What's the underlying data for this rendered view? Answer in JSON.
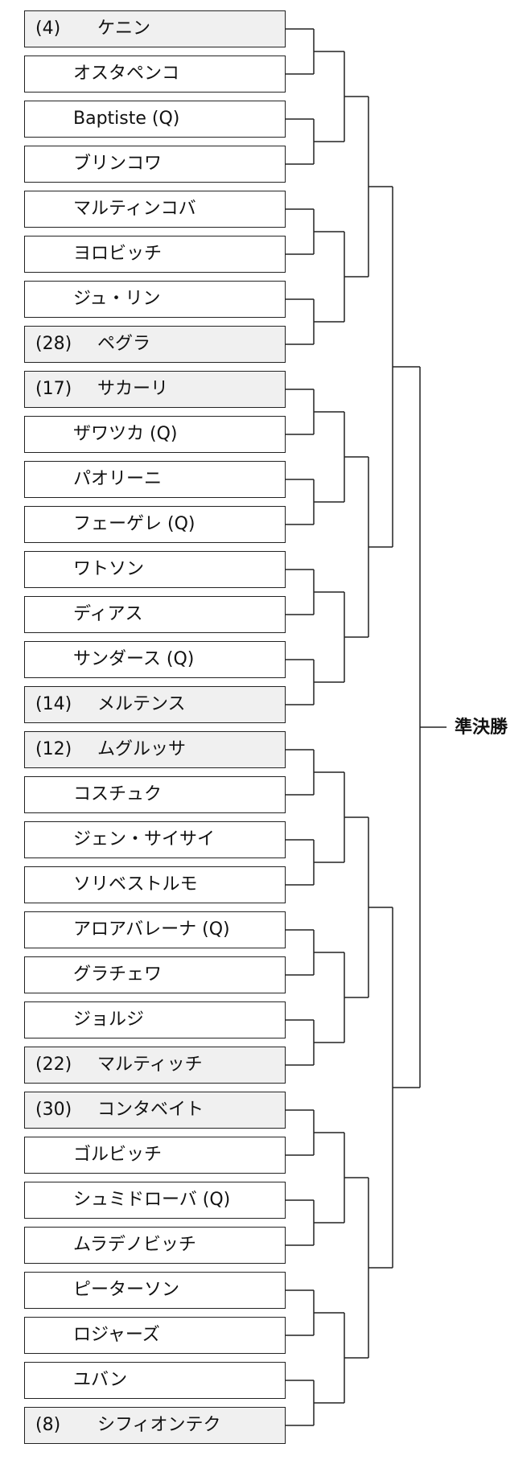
{
  "bracket": {
    "final_label": "準決勝",
    "line_color": "#222222",
    "seeded_fill": "#f0f0f0",
    "entries": [
      {
        "seed": "(4)",
        "name": "ケニン"
      },
      {
        "seed": "",
        "name": "オスタペンコ"
      },
      {
        "seed": "",
        "name": "Baptiste (Q)"
      },
      {
        "seed": "",
        "name": "ブリンコワ"
      },
      {
        "seed": "",
        "name": "マルティンコバ"
      },
      {
        "seed": "",
        "name": "ヨロビッチ"
      },
      {
        "seed": "",
        "name": "ジュ・リン"
      },
      {
        "seed": "(28)",
        "name": "ペグラ"
      },
      {
        "seed": "(17)",
        "name": "サカーリ"
      },
      {
        "seed": "",
        "name": "ザワツカ (Q)"
      },
      {
        "seed": "",
        "name": "パオリーニ"
      },
      {
        "seed": "",
        "name": "フェーゲレ (Q)"
      },
      {
        "seed": "",
        "name": "ワトソン"
      },
      {
        "seed": "",
        "name": "ディアス"
      },
      {
        "seed": "",
        "name": "サンダース (Q)"
      },
      {
        "seed": "(14)",
        "name": "メルテンス"
      },
      {
        "seed": "(12)",
        "name": "ムグルッサ"
      },
      {
        "seed": "",
        "name": "コスチュク"
      },
      {
        "seed": "",
        "name": "ジェン・サイサイ"
      },
      {
        "seed": "",
        "name": "ソリベストルモ"
      },
      {
        "seed": "",
        "name": "アロアバレーナ (Q)"
      },
      {
        "seed": "",
        "name": "グラチェワ"
      },
      {
        "seed": "",
        "name": "ジョルジ"
      },
      {
        "seed": "(22)",
        "name": "マルティッチ"
      },
      {
        "seed": "(30)",
        "name": "コンタベイト"
      },
      {
        "seed": "",
        "name": "ゴルビッチ"
      },
      {
        "seed": "",
        "name": "シュミドローバ (Q)"
      },
      {
        "seed": "",
        "name": "ムラデノビッチ"
      },
      {
        "seed": "",
        "name": "ピーターソン"
      },
      {
        "seed": "",
        "name": "ロジャーズ"
      },
      {
        "seed": "",
        "name": "ユバン"
      },
      {
        "seed": "(8)",
        "name": "シフィオンテク"
      }
    ]
  }
}
